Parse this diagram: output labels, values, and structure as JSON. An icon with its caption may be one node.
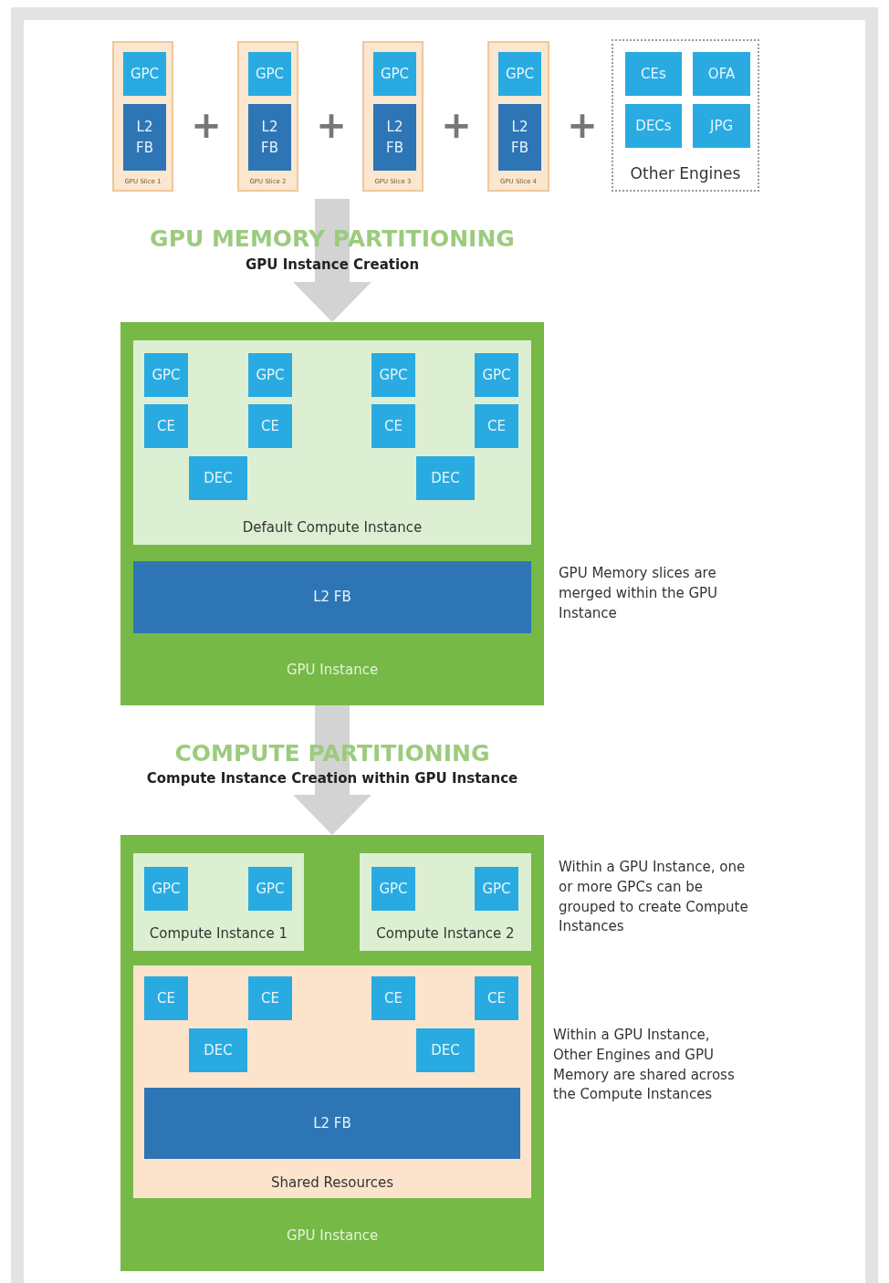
{
  "diagram": {
    "nodes": [
      {
        "text": [
          "GPU Slice 1"
        ]
      },
      {
        "text": [
          "GPC"
        ],
        "in": 0
      },
      {
        "text": [
          "L2 FB"
        ],
        "in": 0
      },
      {
        "text": [
          "GPU Slice 2"
        ]
      },
      {
        "text": [
          "GPC"
        ],
        "in": 3
      },
      {
        "text": [
          "L2 FB"
        ],
        "in": 3
      },
      {
        "text": [
          "GPU Slice 3"
        ]
      },
      {
        "text": [
          "GPC"
        ],
        "in": 6
      },
      {
        "text": [
          "L2 FB"
        ],
        "in": 6
      },
      {
        "text": [
          "GPU Slice 4"
        ]
      },
      {
        "text": [
          "GPC"
        ],
        "in": 9
      },
      {
        "text": [
          "L2 FB"
        ],
        "in": 9
      },
      {
        "text": [
          "Other Engines"
        ]
      },
      {
        "text": [
          "CEs"
        ],
        "in": 12
      },
      {
        "text": [
          "OFA"
        ],
        "in": 12
      },
      {
        "text": [
          "DECs"
        ],
        "in": 12
      },
      {
        "text": [
          "JPG"
        ],
        "in": 12
      },
      {
        "text": [
          "GPU Instance"
        ]
      },
      {
        "text": [
          "Default Compute Instance"
        ],
        "in": 17
      },
      {
        "text": [
          "GPC"
        ],
        "in": 18
      },
      {
        "text": [
          "GPC"
        ],
        "in": 18
      },
      {
        "text": [
          "GPC"
        ],
        "in": 18
      },
      {
        "text": [
          "GPC"
        ],
        "in": 18
      },
      {
        "text": [
          "CE"
        ],
        "in": 18
      },
      {
        "text": [
          "CE"
        ],
        "in": 18
      },
      {
        "text": [
          "CE"
        ],
        "in": 18
      },
      {
        "text": [
          "CE"
        ],
        "in": 18
      },
      {
        "text": [
          "DEC"
        ],
        "in": 18
      },
      {
        "text": [
          "DEC"
        ],
        "in": 18
      },
      {
        "text": [
          "L2 FB"
        ],
        "in": 17
      },
      {
        "text": [
          "GPU Instance"
        ]
      },
      {
        "text": [
          "Compute Instance 1"
        ],
        "in": 30
      },
      {
        "text": [
          "GPC"
        ],
        "in": 31
      },
      {
        "text": [
          "GPC"
        ],
        "in": 31
      },
      {
        "text": [
          "Compute Instance 2"
        ],
        "in": 30
      },
      {
        "text": [
          "GPC"
        ],
        "in": 34
      },
      {
        "text": [
          "GPC"
        ],
        "in": 34
      },
      {
        "text": [
          "Shared Resources"
        ],
        "in": 30
      },
      {
        "text": [
          "CE"
        ],
        "in": 37
      },
      {
        "text": [
          "CE"
        ],
        "in": 37
      },
      {
        "text": [
          "CE"
        ],
        "in": 37
      },
      {
        "text": [
          "CE"
        ],
        "in": 37
      },
      {
        "text": [
          "DEC"
        ],
        "in": 37
      },
      {
        "text": [
          "DEC"
        ],
        "in": 37
      },
      {
        "text": [
          "L2 FB"
        ],
        "in": 37
      }
    ],
    "edges": [
      {
        "from": null,
        "to": 17,
        "arrow": "to"
      },
      {
        "from": 17,
        "to": 30,
        "arrow": "to"
      }
    ],
    "labels": [
      "+",
      "+",
      "+",
      "+",
      "GPU MEMORY PARTITIONING",
      "GPU Instance Creation",
      "GPU Memory slices are merged within the GPU Instance",
      "COMPUTE PARTITIONING",
      "Compute Instance Creation within GPU Instance",
      "Within a GPU Instance, one or more GPCs can be grouped to create Compute Instances",
      "Within a GPU Instance, Other Engines and GPU Memory are shared across the Compute Instances"
    ]
  }
}
